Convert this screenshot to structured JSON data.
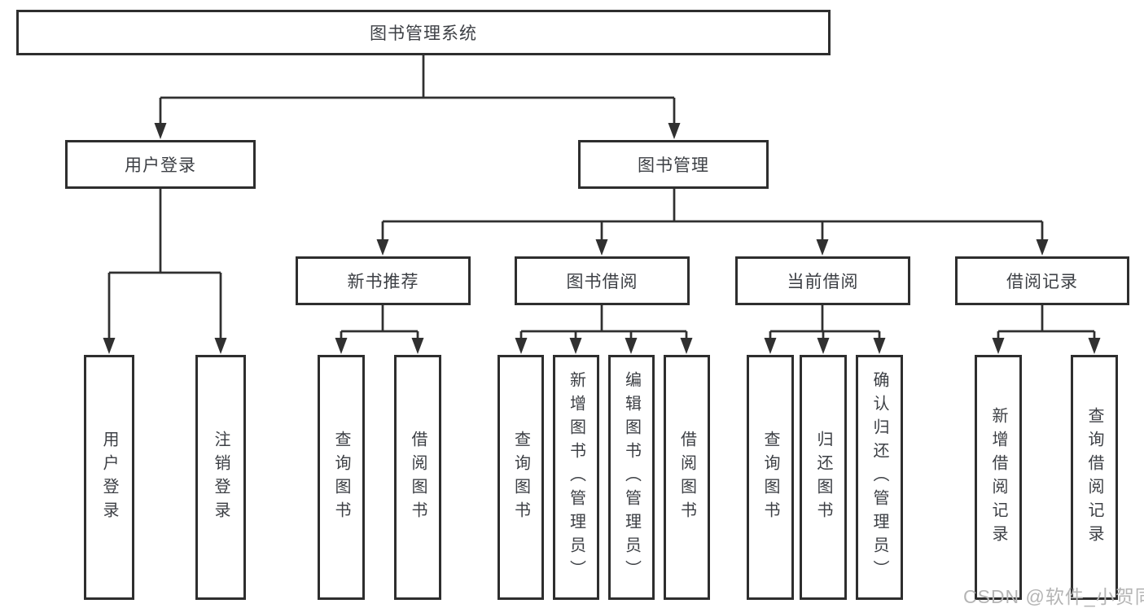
{
  "tree": {
    "root": {
      "label": "图书管理系统",
      "children": [
        {
          "label": "用户登录",
          "children": [
            {
              "label": "用户登录"
            },
            {
              "label": "注销登录"
            }
          ]
        },
        {
          "label": "图书管理",
          "children": [
            {
              "label": "新书推荐",
              "children": [
                {
                  "label": "查询图书"
                },
                {
                  "label": "借阅图书"
                }
              ]
            },
            {
              "label": "图书借阅",
              "children": [
                {
                  "label": "查询图书"
                },
                {
                  "label": "新增图书（管理员）"
                },
                {
                  "label": "编辑图书（管理员）"
                },
                {
                  "label": "借阅图书"
                }
              ]
            },
            {
              "label": "当前借阅",
              "children": [
                {
                  "label": "查询图书"
                },
                {
                  "label": "归还图书"
                },
                {
                  "label": "确认归还（管理员）"
                }
              ]
            },
            {
              "label": "借阅记录",
              "children": [
                {
                  "label": "新增借阅记录"
                },
                {
                  "label": "查询借阅记录"
                }
              ]
            }
          ]
        }
      ]
    }
  },
  "watermark": {
    "text": "CSDN @软件_小贺同学"
  },
  "colors": {
    "line": "#303030",
    "box_border": "#2e2e2e",
    "text": "#3c3f44",
    "watermark": "#b5b5b5",
    "background": "#ffffff"
  }
}
